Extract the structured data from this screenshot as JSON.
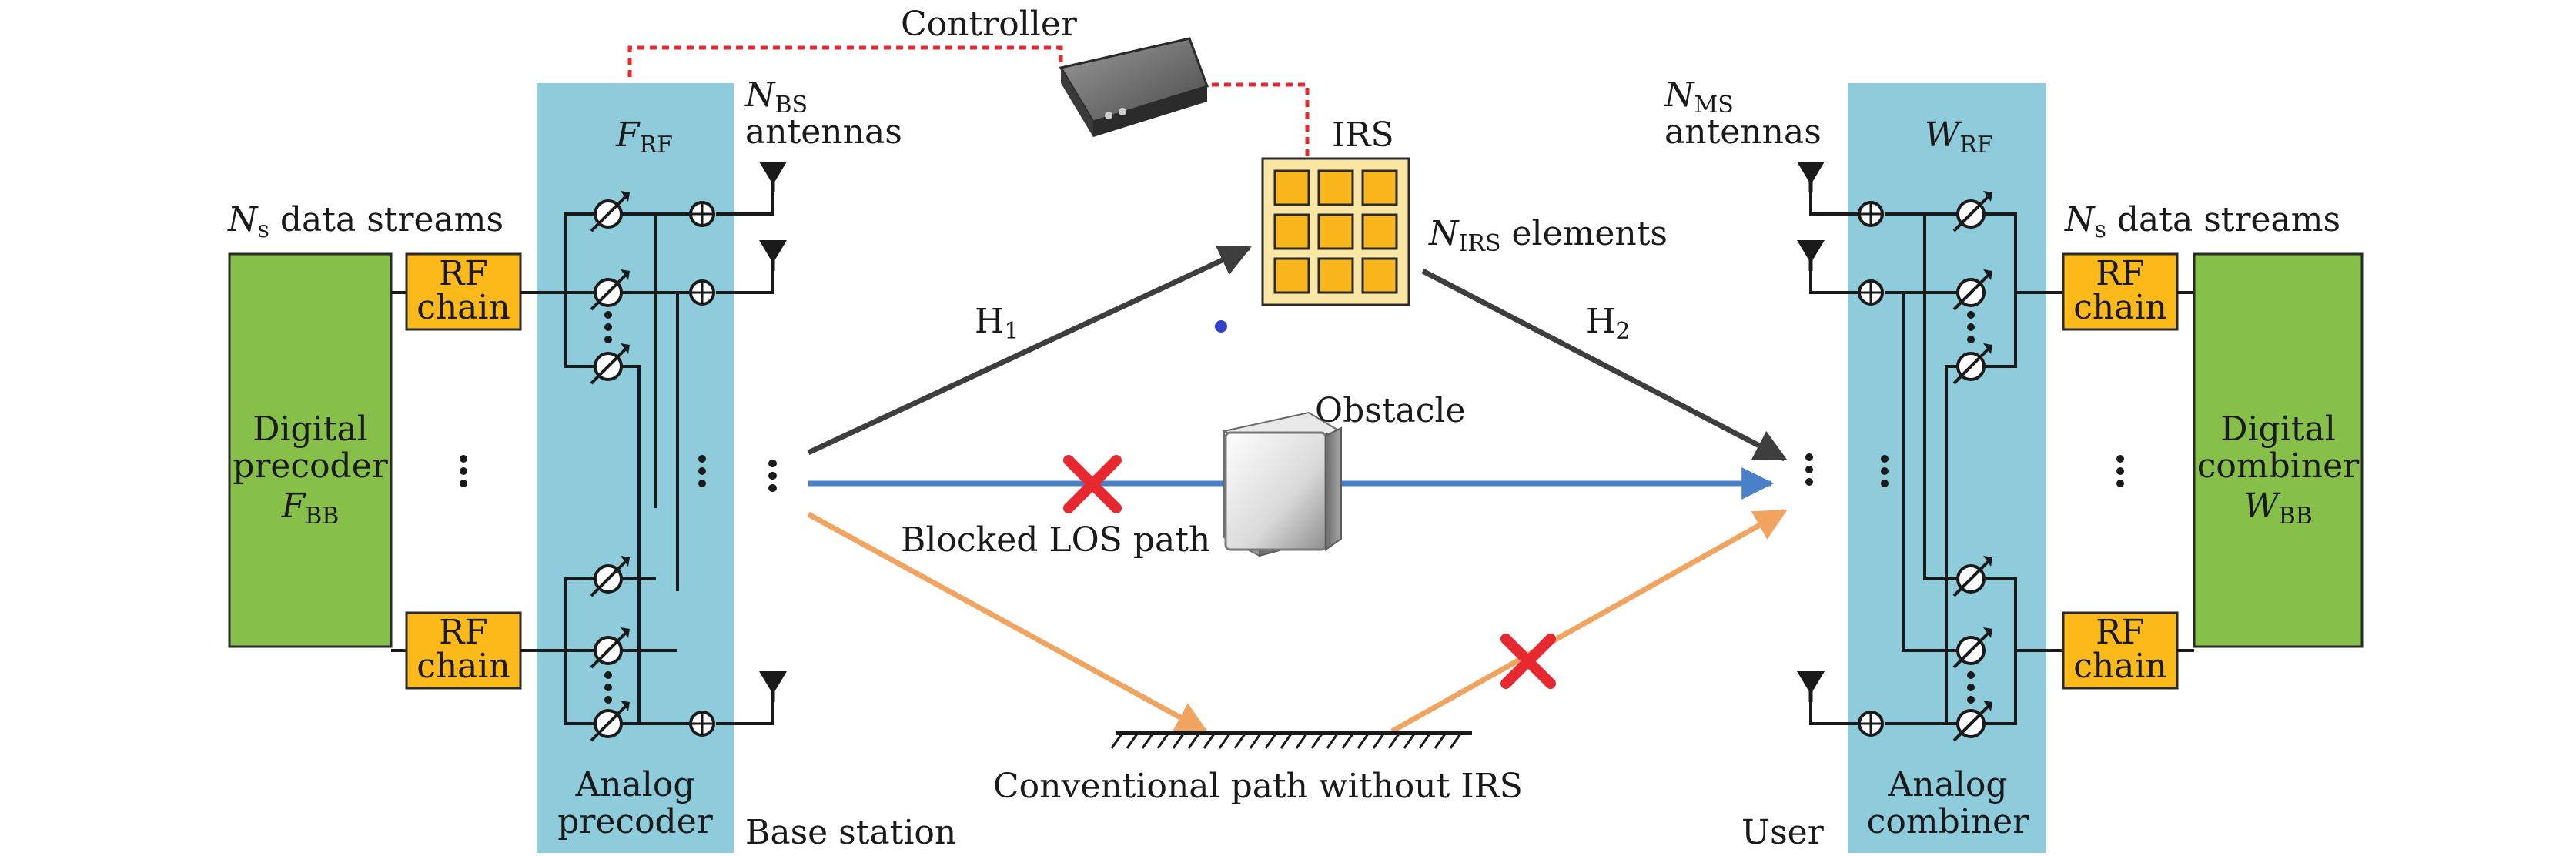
{
  "colors": {
    "panel": "#8ecbdb",
    "green_box": "#86c048",
    "rf_box": "#fbb91a",
    "irs_cell": "#f8b61a",
    "irs_frame": "#fbe7a4",
    "blue_path": "#4a80c8",
    "orange_path": "#f0a460",
    "dark_path": "#3e3e3e",
    "red_cross": "#e8282f",
    "red_dashed": "#e8282f"
  },
  "labels": {
    "controller": "Controller",
    "irs": "IRS",
    "irs_elements": {
      "sym": "N",
      "sub": "IRS",
      "text": " elements"
    },
    "h1": {
      "main": "H",
      "sub": "1"
    },
    "h2": {
      "main": "H",
      "sub": "2"
    },
    "obstacle": "Obstacle",
    "blocked_los": "Blocked LOS path",
    "conventional_path": "Conventional path without IRS",
    "base_station": "Base station",
    "user": "User"
  },
  "bs": {
    "streams": {
      "sym": "N",
      "sub": "s",
      "text": " data streams"
    },
    "antennas": {
      "sym": "N",
      "sub": "BS",
      "line2": "antennas"
    },
    "frf": {
      "sym": "F",
      "sub": "RF"
    },
    "digital_precoder": {
      "line1": "Digital",
      "line2": "precoder",
      "sym": "F",
      "sub": "BB"
    },
    "rf_chain": {
      "line1": "RF",
      "line2": "chain"
    },
    "analog_precoder": {
      "line1": "Analog",
      "line2": "precoder"
    }
  },
  "ms": {
    "streams": {
      "sym": "N",
      "sub": "s",
      "text": " data streams"
    },
    "antennas": {
      "sym": "N",
      "sub": "MS",
      "line2": "antennas"
    },
    "wrf": {
      "sym": "W",
      "sub": "RF"
    },
    "digital_combiner": {
      "line1": "Digital",
      "line2": "combiner",
      "sym": "W",
      "sub": "BB"
    },
    "rf_chain": {
      "line1": "RF",
      "line2": "chain"
    },
    "analog_combiner": {
      "line1": "Analog",
      "line2": "combiner"
    }
  },
  "icons": {
    "phase_shifter": "phase-shifter-icon",
    "adder": "adder-icon",
    "antenna": "antenna-icon",
    "controller": "controller-device-icon",
    "block": "red-cross-icon",
    "ground": "ground-reflector-icon"
  }
}
